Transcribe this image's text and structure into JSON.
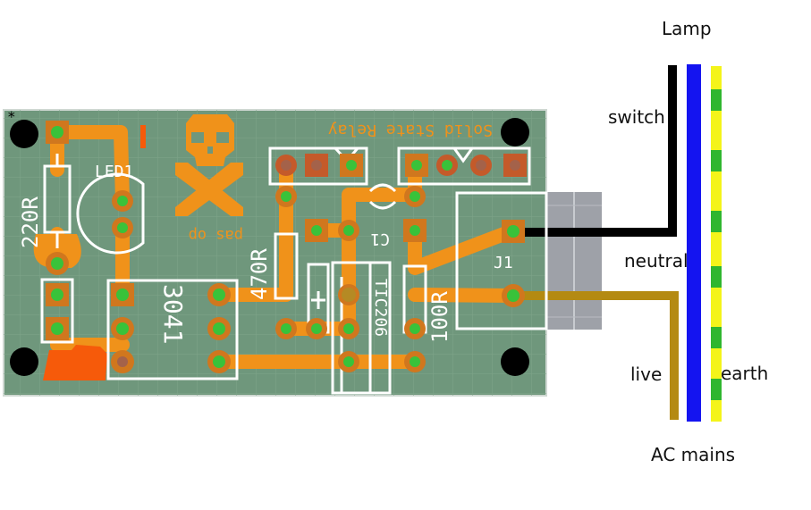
{
  "labels": {
    "lamp": "Lamp",
    "switch": "switch",
    "neutral": "neutral",
    "live": "live",
    "earth": "earth",
    "ac_mains": "AC mains"
  },
  "board": {
    "title": "Solid State Relay",
    "author": "pas op",
    "components": {
      "r_220": "220R",
      "led": "LED1",
      "ic": "3041",
      "r_470": "470R",
      "cap": "C1",
      "triac": "TIC206",
      "r_100": "100R",
      "connector": "J1"
    }
  },
  "colors": {
    "board": "#6f977c",
    "copper": "#f0921a",
    "pad_ring": "#d0771e",
    "pad_center": "#39c23a",
    "silk": "#ffffff",
    "wire_switch": "#000000",
    "wire_neutral": "#1414f0",
    "wire_live": "#b48a12",
    "wire_earth_yellow": "#f4f41a",
    "wire_earth_green": "#2fb62f",
    "terminal_block": "#9ea1a8",
    "orange_shape": "#f65a0a"
  }
}
